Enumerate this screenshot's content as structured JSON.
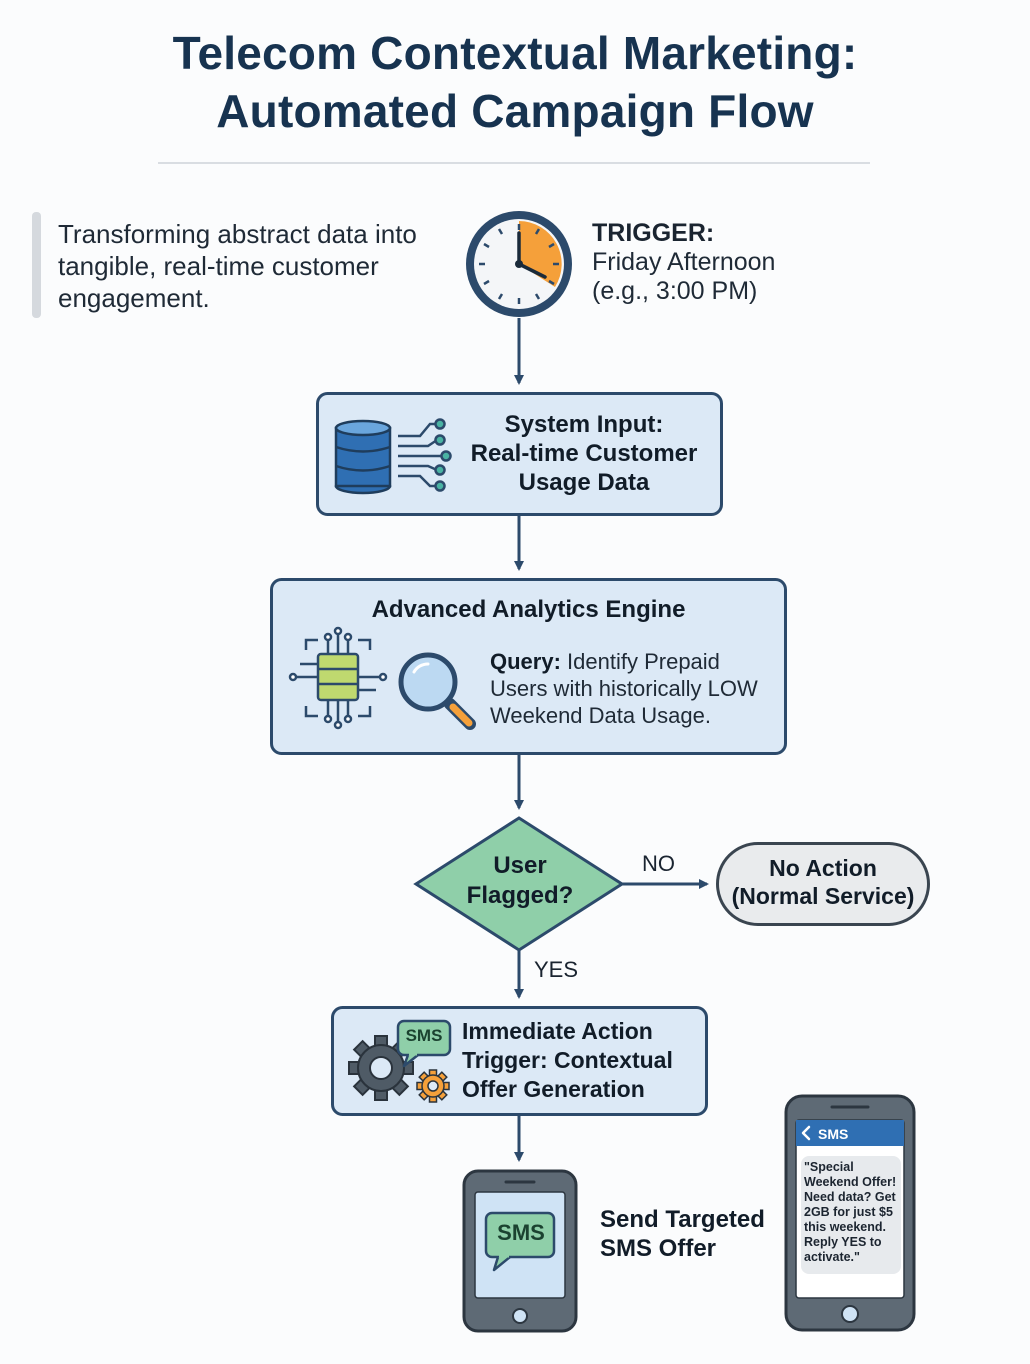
{
  "title": {
    "line1": "Telecom Contextual Marketing:",
    "line2": "Automated Campaign Flow"
  },
  "intro": {
    "line1": "Transforming abstract data into",
    "line2": "tangible, real-time customer",
    "line3": "engagement."
  },
  "trigger": {
    "label": "TRIGGER:",
    "line1": "Friday Afternoon",
    "line2": "(e.g., 3:00 PM)"
  },
  "system_input": {
    "line1": "System Input:",
    "line2": "Real-time Customer",
    "line3": "Usage Data"
  },
  "analytics": {
    "title": "Advanced Analytics Engine",
    "query_label": "Query:",
    "query_line1": "Identify Prepaid",
    "query_line2": "Users with historically LOW",
    "query_line3": "Weekend Data Usage."
  },
  "decision": {
    "line1": "User",
    "line2": "Flagged?",
    "no_label": "NO",
    "yes_label": "YES"
  },
  "no_action": {
    "line1": "No Action",
    "line2": "(Normal Service)"
  },
  "action": {
    "line1": "Immediate Action",
    "line2": "Trigger: Contextual",
    "line3": "Offer Generation",
    "badge": "SMS"
  },
  "send": {
    "line1": "Send Targeted",
    "line2": "SMS Offer",
    "badge": "SMS"
  },
  "phone_preview": {
    "header": "SMS",
    "message": "\"Special Weekend Offer! Need data? Get 2GB for just $5 this weekend. Reply YES to activate.\""
  },
  "colors": {
    "navy": "#2c4a6b",
    "box_fill": "#dce9f6",
    "diamond_fill": "#8fcfa9",
    "orange": "#f5a03a",
    "pill_fill": "#e9ebed"
  }
}
